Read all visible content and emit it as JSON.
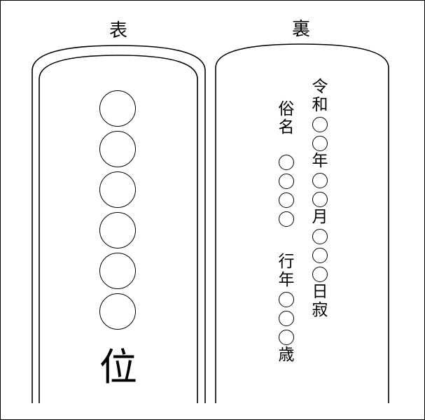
{
  "front": {
    "label": "表",
    "name_placeholders": [
      "○",
      "○",
      "○",
      "○",
      "○",
      "○"
    ],
    "rank_suffix": "位"
  },
  "back": {
    "label": "裏",
    "zokumyo_label": [
      "俗",
      "名"
    ],
    "zokumyo_placeholders": [
      "○",
      "○",
      "○",
      "○"
    ],
    "date_column": [
      "令",
      "和",
      "○",
      "○",
      "年",
      "○",
      "○",
      "月",
      "○",
      "○",
      "○",
      "日",
      "寂"
    ],
    "age_column": [
      "行",
      "年",
      "○",
      "○",
      "○",
      "歳"
    ]
  },
  "colors": {
    "line": "#000000",
    "background": "#ffffff"
  }
}
